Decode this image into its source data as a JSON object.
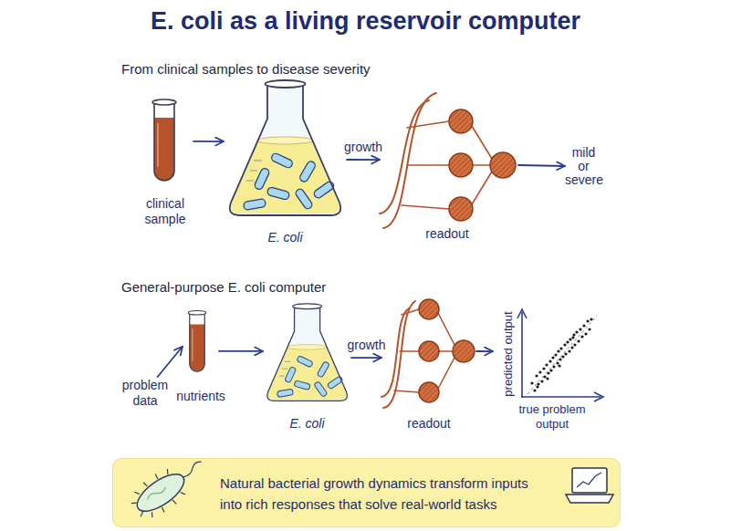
{
  "diagram": {
    "title": "E. coli as a living reservoir computer",
    "nodes": [
      {
        "text": [
          "clinical sample"
        ]
      },
      {
        "text": [
          "E. coli"
        ]
      },
      {
        "text": [
          "readout"
        ]
      },
      {
        "text": [
          "mild or severe"
        ]
      },
      {
        "text": [
          "problem data"
        ]
      },
      {
        "text": [
          "nutrients"
        ]
      },
      {
        "text": [
          "E. coli"
        ]
      },
      {
        "text": [
          "readout"
        ]
      },
      {
        "text": [
          "predicted output",
          "true problem output"
        ]
      },
      {
        "text": [
          "Natural bacterial growth dynamics transform inputs into rich responses that solve real-world tasks"
        ]
      }
    ],
    "edges": [
      {
        "from": 0,
        "to": 1,
        "arrow": "to"
      },
      {
        "from": 1,
        "to": 2,
        "label": "growth",
        "arrow": "to"
      },
      {
        "from": 2,
        "to": 3,
        "arrow": "to"
      },
      {
        "from": 4,
        "to": 5,
        "arrow": "to"
      },
      {
        "from": 5,
        "to": 6,
        "arrow": "to"
      },
      {
        "from": 6,
        "to": 7,
        "label": "growth",
        "arrow": "to"
      },
      {
        "from": 7,
        "to": 8,
        "arrow": "to"
      }
    ],
    "labels": [
      "From clinical samples to disease severity",
      "General-purpose E. coli computer"
    ]
  }
}
